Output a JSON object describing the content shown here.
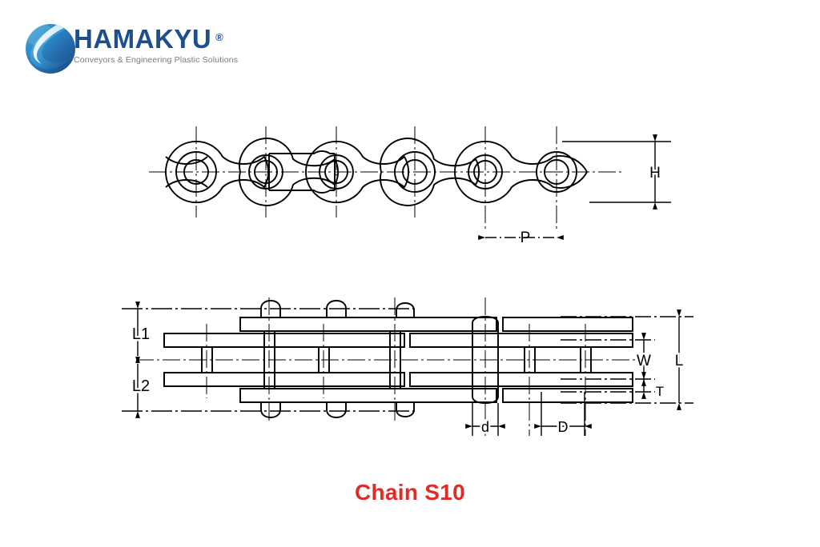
{
  "brand": {
    "logo_icon": "hamakyu-swoosh-logo",
    "wordmark": "HAMAKYU",
    "registered_mark": "®",
    "tagline": "Conveyors & Engineering Plastic Solutions",
    "wordmark_color": "#1d4f8f",
    "tagline_color": "#7a7a7a"
  },
  "caption": {
    "text": "Chain S10",
    "color": "#e02b26"
  },
  "drawing": {
    "line_color": "#000000",
    "background": "#ffffff",
    "views": [
      {
        "name": "side-elevation-view",
        "description": "Roller chain side profile showing alternating roller links and pin links with centerlines through each pin"
      },
      {
        "name": "plan-section-view",
        "description": "Roller chain plan/section view showing link plates, bushings, rollers and pin heads"
      }
    ],
    "dimension_labels": [
      {
        "id": "P",
        "text": "P",
        "view": "side-elevation-view",
        "meaning": "pitch",
        "orientation": "horizontal"
      },
      {
        "id": "H",
        "text": "H",
        "view": "side-elevation-view",
        "meaning": "plate-height",
        "orientation": "vertical"
      },
      {
        "id": "L1",
        "text": "L1",
        "view": "plan-section-view",
        "meaning": "upper-link-width",
        "orientation": "vertical"
      },
      {
        "id": "L2",
        "text": "L2",
        "view": "plan-section-view",
        "meaning": "lower-link-width",
        "orientation": "vertical"
      },
      {
        "id": "W",
        "text": "W",
        "view": "plan-section-view",
        "meaning": "inner-width",
        "orientation": "vertical"
      },
      {
        "id": "T",
        "text": "T",
        "view": "plan-section-view",
        "meaning": "plate-thickness",
        "orientation": "vertical"
      },
      {
        "id": "L",
        "text": "L",
        "view": "plan-section-view",
        "meaning": "overall-length",
        "orientation": "vertical"
      },
      {
        "id": "d",
        "text": "d",
        "view": "plan-section-view",
        "meaning": "pin-diameter",
        "orientation": "horizontal"
      },
      {
        "id": "D",
        "text": "D",
        "view": "plan-section-view",
        "meaning": "roller-diameter",
        "orientation": "horizontal"
      }
    ]
  }
}
